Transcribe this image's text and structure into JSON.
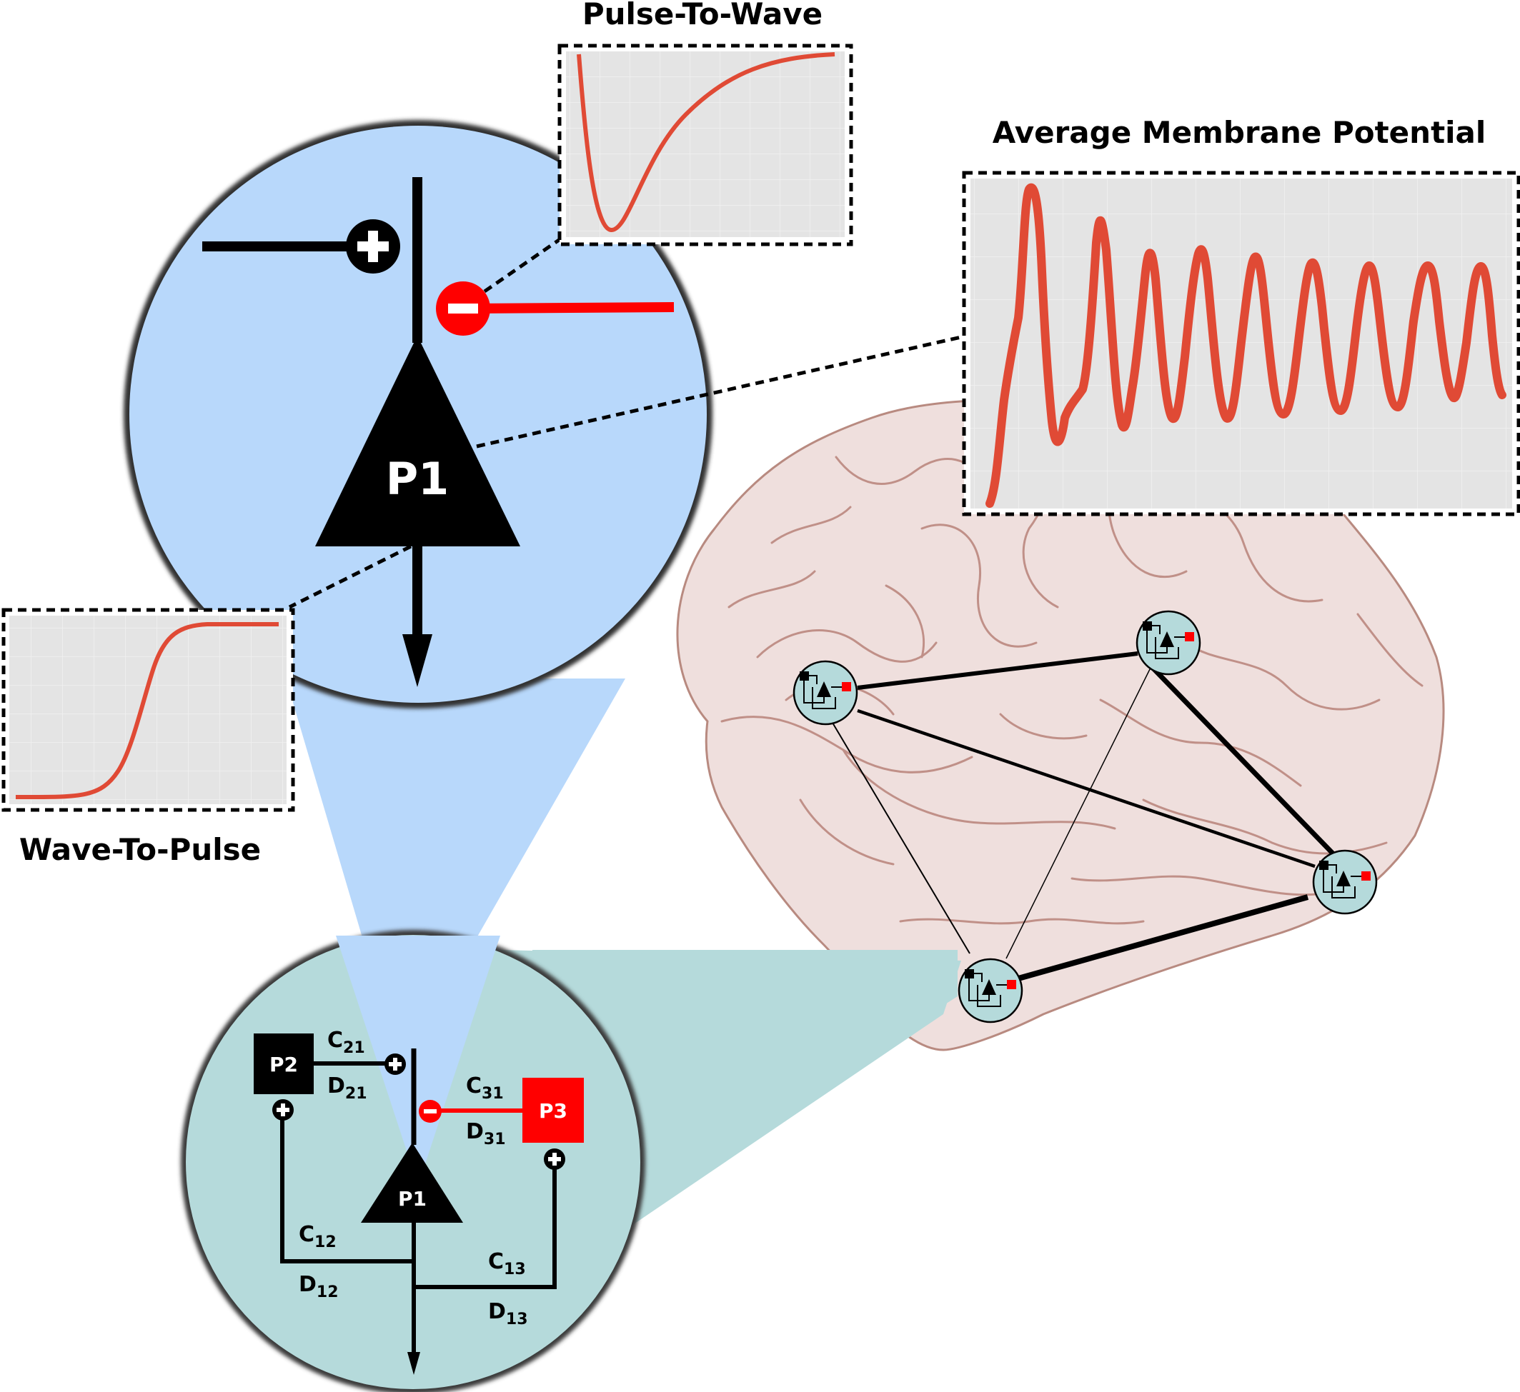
{
  "titles": {
    "pulse_to_wave": "Pulse-To-Wave",
    "average_membrane_potential": "Average Membrane Potential",
    "wave_to_pulse": "Wave-To-Pulse"
  },
  "neurons": {
    "p1": "P1",
    "p2": "P2",
    "p3": "P3"
  },
  "coefficients": {
    "c21": {
      "base": "C",
      "sub": "21"
    },
    "d21": {
      "base": "D",
      "sub": "21"
    },
    "c31": {
      "base": "C",
      "sub": "31"
    },
    "d31": {
      "base": "D",
      "sub": "31"
    },
    "c12": {
      "base": "C",
      "sub": "12"
    },
    "d12": {
      "base": "D",
      "sub": "12"
    },
    "c13": {
      "base": "C",
      "sub": "13"
    },
    "d13": {
      "base": "D",
      "sub": "13"
    }
  },
  "colors": {
    "trace": "#e04a35",
    "inhibitory": "#ff0000",
    "excitatory": "#000000",
    "zoom_blue": "#b8d8fb",
    "zoom_teal": "#b5dadb",
    "brain": "#efdfdd",
    "plot_bg": "#e4e4e4"
  }
}
